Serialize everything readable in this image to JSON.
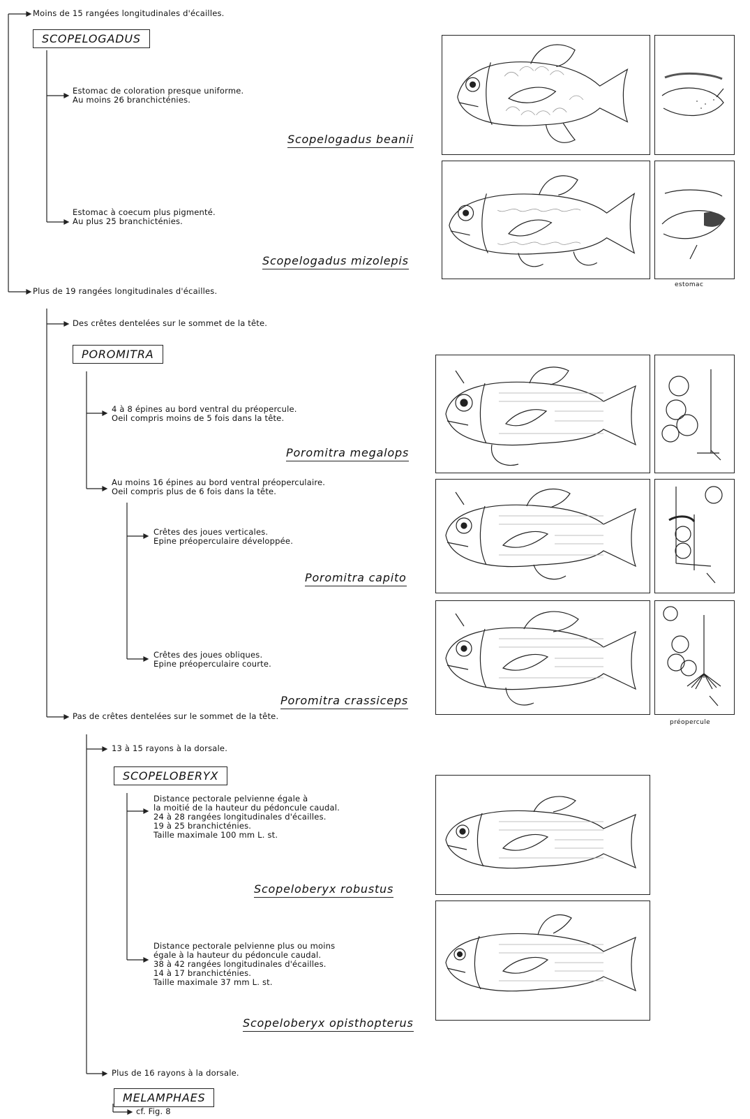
{
  "key": {
    "c1": "Moins de 15 rangées longitudinales d'écailles.",
    "scopelogadus": "SCOPELOGADUS",
    "beanii_text": "Estomac de coloration presque uniforme.\nAu moins 26 branchicténies.",
    "beanii_name": "Scopelogadus beanii",
    "mizolepis_text": "Estomac à coecum plus pigmenté.\nAu plus 25 branchicténies.",
    "mizolepis_name": "Scopelogadus mizolepis",
    "c2": "Plus de 19 rangées longitudinales d'écailles.",
    "c2a": "Des crêtes dentelées sur le sommet de la tête.",
    "poromitra": "POROMITRA",
    "megalops_text": "4 à 8 épines au bord ventral du préopercule.\nOeil compris moins de 5 fois dans la tête.",
    "megalops_name": "Poromitra megalops",
    "c2a2": "Au moins 16 épines au bord ventral préoperculaire.\nOeil compris plus de 6 fois dans la tête.",
    "capito_text": "Crêtes des joues verticales.\nEpine préoperculaire développée.",
    "capito_name": "Poromitra capito",
    "crassiceps_text": "Crêtes des joues obliques.\nEpine préoperculaire courte.",
    "crassiceps_name": "Poromitra crassiceps",
    "c2b": "Pas de crêtes dentelées sur le sommet de la tête.",
    "c2b1": "13 à 15 rayons à la dorsale.",
    "scopeloberyx": "SCOPELOBERYX",
    "robustus_text": "Distance pectorale pelvienne égale à\nla moitié de la hauteur du pédoncule caudal.\n24 à 28 rangées longitudinales d'écailles.\n19 à 25 branchicténies.\nTaille maximale 100 mm L. st.",
    "robustus_name": "Scopeloberyx robustus",
    "opisthopterus_text": "Distance pectorale pelvienne plus ou moins\négale à la hauteur du pédoncule caudal.\n38 à 42 rangées longitudinales d'écailles.\n14 à 17 branchicténies.\nTaille maximale 37 mm L. st.",
    "opisthopterus_name": "Scopeloberyx opisthopterus",
    "c2b2": "Plus de 16 rayons à la dorsale.",
    "melamphaes": "MELAMPHAES",
    "cf": "cf. Fig. 8"
  },
  "captions": {
    "estomac": "estomac",
    "preopercule": "préopercule"
  }
}
